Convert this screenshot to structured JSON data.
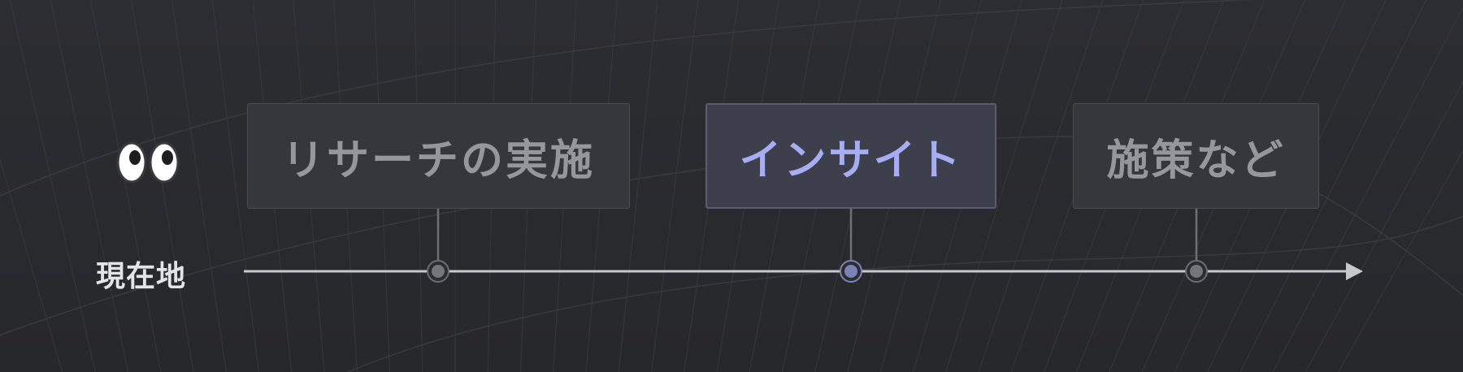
{
  "timeline": {
    "current_location_label": "現在地",
    "stages": [
      {
        "label": "リサーチの実施",
        "active": false
      },
      {
        "label": "インサイト",
        "active": true
      },
      {
        "label": "施策など",
        "active": false
      }
    ]
  },
  "colors": {
    "background": "#2a2b30",
    "axis": "#c8c8cc",
    "active_text": "#a6adf2",
    "inactive_text": "#96979d",
    "active_node": "#7b82b6"
  },
  "icons": {
    "indicator": "eyes-icon"
  }
}
